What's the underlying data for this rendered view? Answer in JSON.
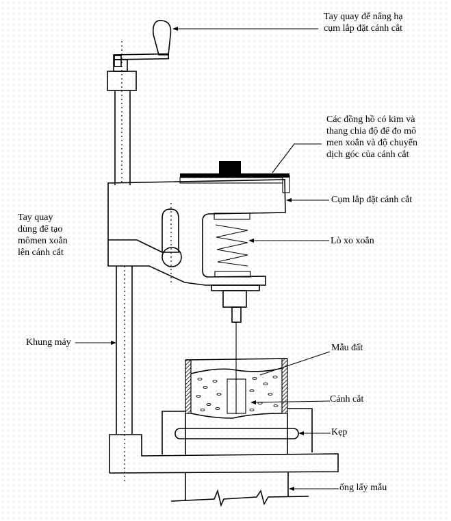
{
  "diagram": {
    "subject": "Vane shear test apparatus",
    "labels": {
      "top_handle": [
        "Tay quay để nâng hạ",
        "cụm lắp đặt cánh cắt"
      ],
      "gauges": [
        "Các đồng hồ có kim và",
        "thang chia độ để đo mô",
        "men xoắn và độ chuyển",
        "dịch góc của cánh cắt"
      ],
      "vane_assembly": "Cụm lắp đặt cánh cắt",
      "torsion_spring": "Lò xo xoắn",
      "torque_handle": [
        "Tay quay",
        "dùng để tạo",
        "mômen xoắn",
        "lên cánh cắt"
      ],
      "frame": "Khung máy",
      "soil_sample": "Mẫu đất",
      "vane": "Cánh cắt",
      "clamp": "Kẹp",
      "sampling_tube": "ống lấy mẫu"
    }
  }
}
